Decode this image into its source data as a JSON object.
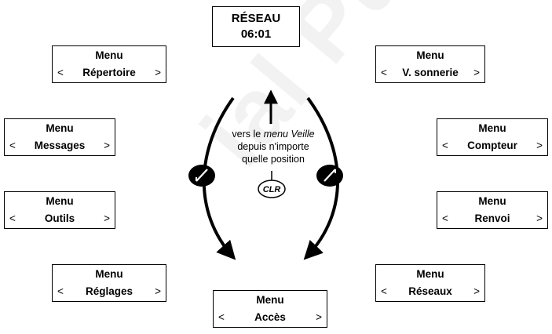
{
  "top_screen": {
    "line1": "RÉSEAU",
    "line2": "06:01"
  },
  "screens": {
    "repertoire": {
      "title": "Menu",
      "item": "Répertoire",
      "left": "<",
      "right": ">"
    },
    "sonnerie": {
      "title": "Menu",
      "item": "V. sonnerie",
      "left": "<",
      "right": ">"
    },
    "messages": {
      "title": "Menu",
      "item": "Messages",
      "left": "<",
      "right": ">"
    },
    "compteur": {
      "title": "Menu",
      "item": "Compteur",
      "left": "<",
      "right": ">"
    },
    "outils": {
      "title": "Menu",
      "item": "Outils",
      "left": "<",
      "right": ">"
    },
    "renvoi": {
      "title": "Menu",
      "item": "Renvoi",
      "left": "<",
      "right": ">"
    },
    "reglages": {
      "title": "Menu",
      "item": "Réglages",
      "left": "<",
      "right": ">"
    },
    "reseaux": {
      "title": "Menu",
      "item": "Réseaux",
      "left": "<",
      "right": ">"
    },
    "acces": {
      "title": "Menu",
      "item": "Accès",
      "left": "<",
      "right": ">"
    }
  },
  "caption": {
    "prefix": "vers le ",
    "emphasis": "menu Veille",
    "line2": "depuis n'importe",
    "line3": "quelle position"
  },
  "clr_key": {
    "label": "CLR"
  },
  "watermark": {
    "text": "ial Publications AB"
  }
}
